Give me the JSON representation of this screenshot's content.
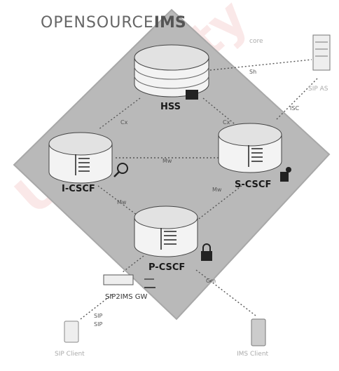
{
  "logo": {
    "text": "OPENSOURCE",
    "bold": "IMS",
    "sub": "core"
  },
  "watermark": "University",
  "nodes": {
    "hss": "HSS",
    "icscf": "I-CSCF",
    "scscf": "S-CSCF",
    "pcscf": "P-CSCF",
    "gw": "SIP2IMS GW",
    "as": "SIP AS",
    "imsclient": "IMS Client",
    "sipclient": "SIP Client"
  },
  "links": {
    "cx_hss_icscf": "Cx",
    "cx_hss_scscf": "Cx",
    "sh": "Sh",
    "isc": "ISC",
    "mw_top": "Mw",
    "mw_right": "Mw",
    "mw_left": "Mw",
    "gm": "Gm",
    "gw_sip": "SIP",
    "gw_sip2": "SIP"
  },
  "colors": {
    "diamond": "#b9b9b9",
    "diamond_edge": "#a3a3a3",
    "cyl_top": "#e2e2e2",
    "cyl_body": "#f4f4f4"
  }
}
